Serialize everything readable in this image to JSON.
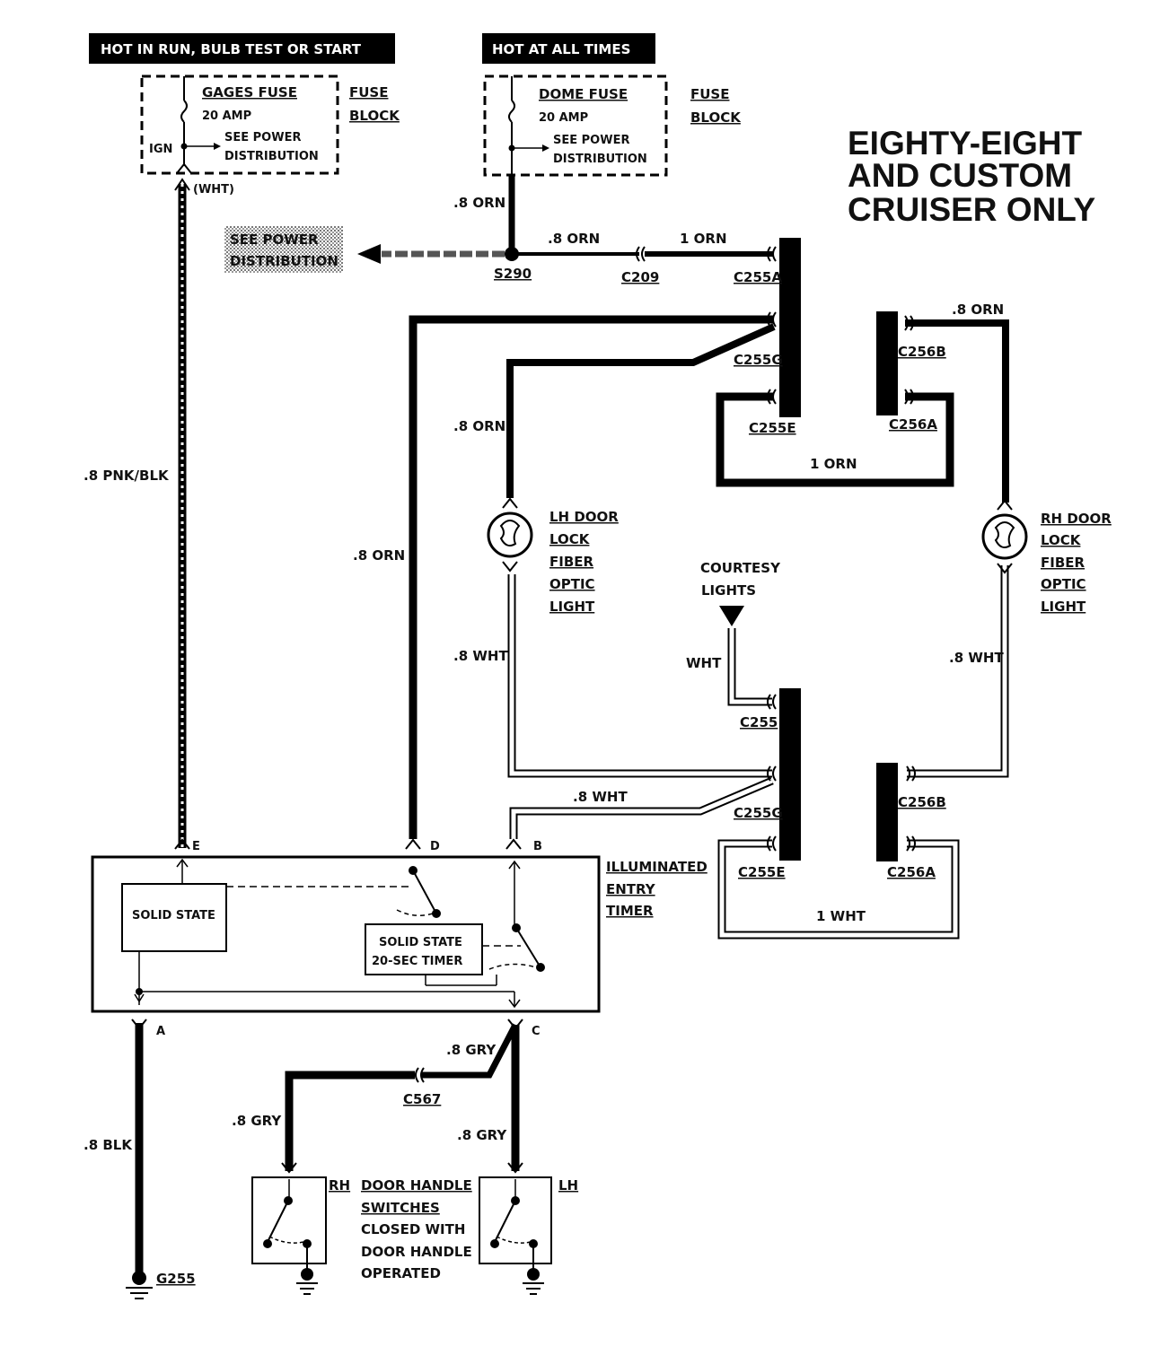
{
  "power": {
    "hot_in_run": "HOT IN RUN,   BULB TEST OR START",
    "hot_all_times": "HOT AT ALL TIMES"
  },
  "gages_fuse": {
    "name": "GAGES FUSE",
    "amp": "20 AMP",
    "ign": "IGN",
    "see1": "SEE POWER",
    "see2": "DISTRIBUTION",
    "block1": "FUSE",
    "block2": "BLOCK",
    "wht": "(WHT)"
  },
  "dome_fuse": {
    "name": "DOME FUSE",
    "amp": "20 AMP",
    "see1": "SEE POWER",
    "see2": "DISTRIBUTION",
    "block1": "FUSE",
    "block2": "BLOCK"
  },
  "title": {
    "line1": "EIGHTY-EIGHT",
    "line2": "AND CUSTOM",
    "line3": "CRUISER ONLY"
  },
  "see_power": {
    "line1": "SEE POWER",
    "line2": "DISTRIBUTION"
  },
  "wires": {
    "orn_08": ".8 ORN",
    "orn_1": "1 ORN",
    "pnk_blk": ".8 PNK/BLK",
    "wht_08": ".8 WHT",
    "wht": "WHT",
    "wht_1": "1 WHT",
    "gry_08": ".8 GRY",
    "blk_08": ".8 BLK"
  },
  "connectors": {
    "s290": "S290",
    "c209": "C209",
    "c255a": "C255A",
    "c255g": "C255G",
    "c255e": "C255E",
    "c256b": "C256B",
    "c256a": "C256A",
    "c255": "C255",
    "c567": "C567",
    "g255": "G255"
  },
  "lh_light": [
    "LH DOOR",
    "LOCK",
    "FIBER",
    "OPTIC",
    "LIGHT"
  ],
  "rh_light": [
    "RH DOOR",
    "LOCK",
    "FIBER",
    "OPTIC",
    "LIGHT"
  ],
  "courtesy": {
    "line1": "COURTESY",
    "line2": "LIGHTS"
  },
  "timer": {
    "title": [
      "ILLUMINATED",
      "ENTRY",
      "TIMER"
    ],
    "solid_state": "SOLID STATE",
    "timer1": "SOLID STATE",
    "timer2": "20-SEC TIMER",
    "pins": {
      "e": "E",
      "d": "D",
      "b": "B",
      "a": "A",
      "c": "C"
    }
  },
  "switches": {
    "rh": "RH",
    "lh": "LH",
    "desc": [
      "DOOR HANDLE",
      "SWITCHES",
      "CLOSED WITH",
      "DOOR HANDLE",
      "OPERATED"
    ]
  }
}
